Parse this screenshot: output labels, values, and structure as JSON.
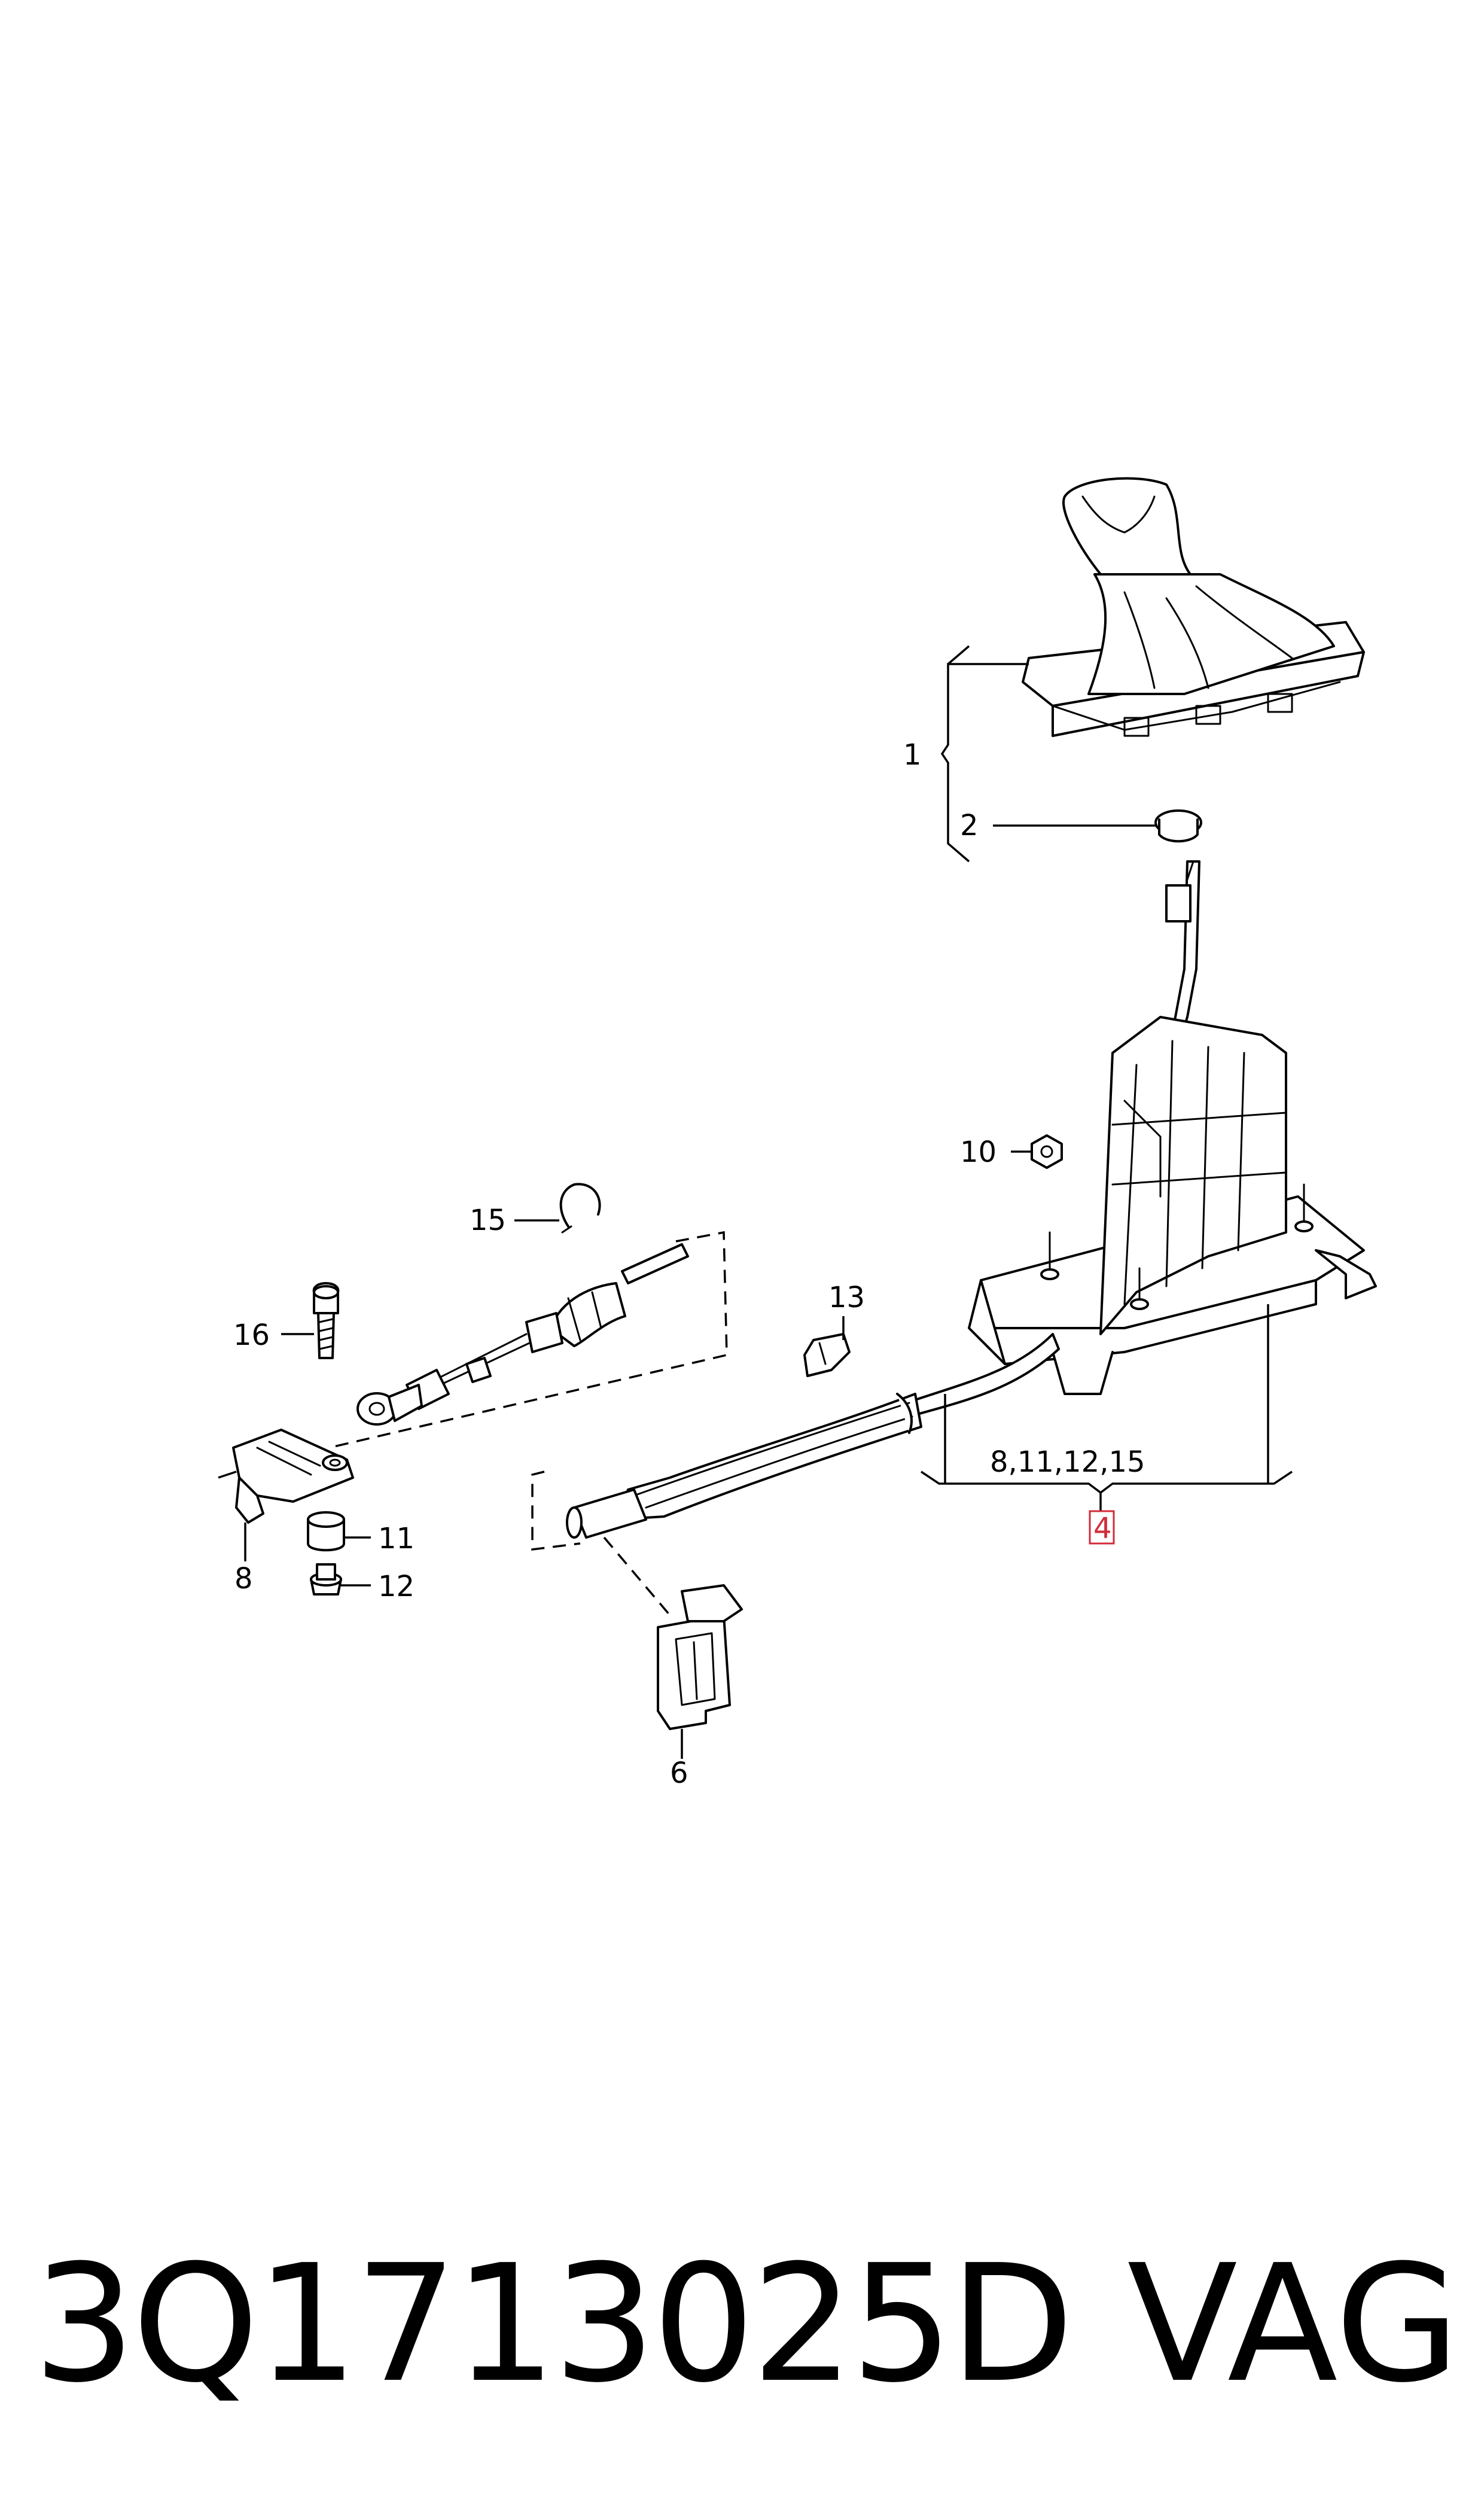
{
  "diagram": {
    "callouts": {
      "c1": "1",
      "c2": "2",
      "c4": "4",
      "c6": "6",
      "c8": "8",
      "c10": "10",
      "c11": "11",
      "c12": "12",
      "c13": "13",
      "c15": "15",
      "c16": "16",
      "group": "8,11,12,15"
    },
    "highlight_color": "#d22c3a"
  },
  "footer": {
    "part_number": "3Q1713025D",
    "brand": "VAG"
  }
}
